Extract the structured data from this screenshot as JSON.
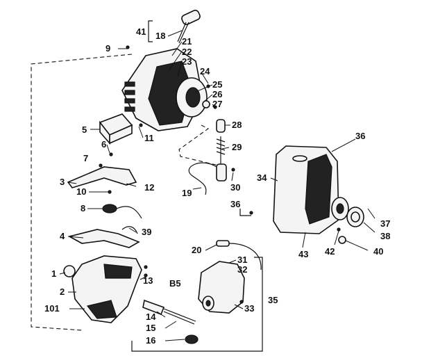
{
  "diagram": {
    "title": "",
    "callouts": [
      "41",
      "18",
      "9",
      "21",
      "22",
      "23",
      "24",
      "25",
      "26",
      "27",
      "5",
      "11",
      "28",
      "36",
      "6",
      "7",
      "29",
      "34",
      "3",
      "12",
      "10",
      "19",
      "30",
      "8",
      "36",
      "37",
      "39",
      "4",
      "38",
      "43",
      "42",
      "40",
      "20",
      "31",
      "32",
      "1",
      "13",
      "B5",
      "2",
      "35",
      "101",
      "33",
      "14",
      "15",
      "16"
    ],
    "part_ids": {
      "recoil_starter": "21",
      "spark_plug_boot": "28",
      "ignition_coil": "29",
      "engine_housing": "34",
      "fuel_tank": "31",
      "handle": "18",
      "grommet": "16",
      "air_filter": "5",
      "shroud": "2"
    },
    "stamp": "B5"
  }
}
